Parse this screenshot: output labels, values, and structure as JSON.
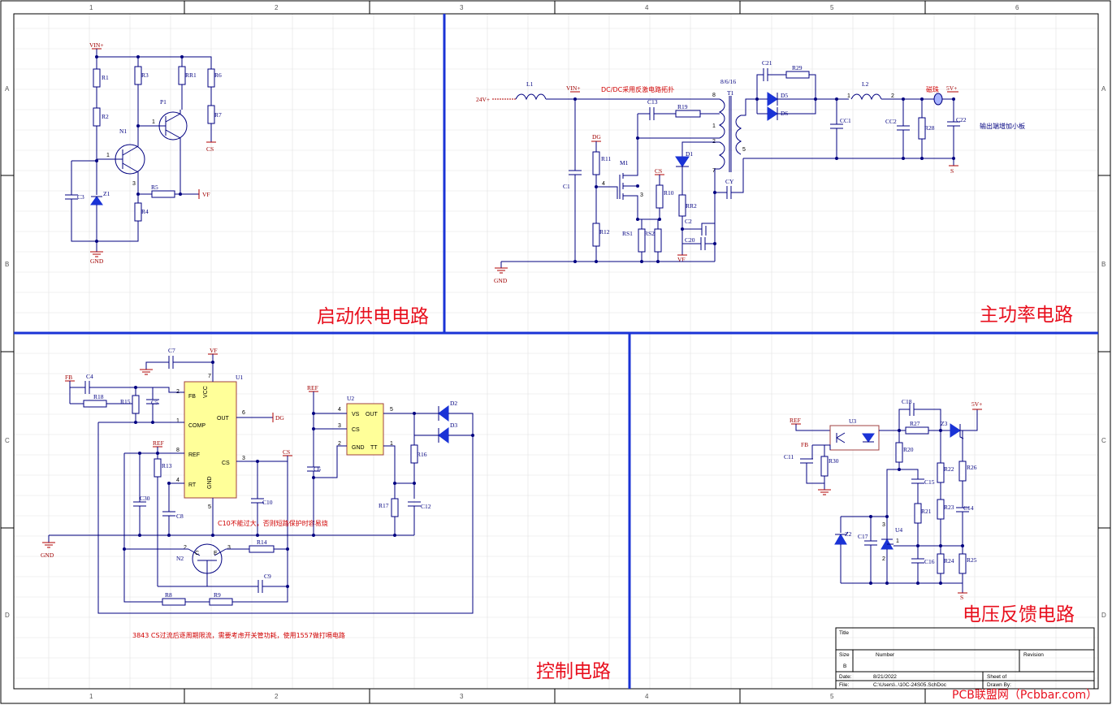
{
  "border": {
    "columns": [
      "1",
      "2",
      "3",
      "4",
      "5",
      "6"
    ],
    "rows": [
      "A",
      "B",
      "C",
      "D"
    ]
  },
  "sections": {
    "startup": "启动供电电路",
    "power": "主功率电路",
    "control": "控制电路",
    "feedback": "电压反馈电路"
  },
  "notes": {
    "topology": "DC/DC采用反激电路拓扑",
    "output_board": "输出端增加小板",
    "bead": "磁珠",
    "c10_warning": "C10不能过大，否则短路保护时容易烧",
    "cs_note": "3843 CS过流后逐周期限流，需要考虑开关管功耗，使用1557做打嗝电路"
  },
  "nets": {
    "vin": "VIN+",
    "gnd": "GND",
    "cs": "CS",
    "vf": "VF",
    "dg": "DG",
    "ref": "REF",
    "fb": "FB",
    "v24": "24V+",
    "v5": "5V+",
    "s": "S"
  },
  "startup_parts": {
    "R1": "R1",
    "R2": "R2",
    "R3": "R3",
    "RR1": "RR1",
    "R6": "R6",
    "R7": "R7",
    "R5": "R5",
    "R4": "R4",
    "N1": "N1",
    "P1": "P1",
    "C3": "C3",
    "Z1": "Z1"
  },
  "power_parts": {
    "L1": "L1",
    "C13": "C13",
    "R19": "R19",
    "T1": "T1",
    "winding": "8/6/16",
    "C21": "C21",
    "R29": "R29",
    "D5": "D5",
    "D6": "D6",
    "L2": "L2",
    "CC1": "CC1",
    "CC2": "CC2",
    "R28": "R28",
    "C22": "C22",
    "R11": "R11",
    "M1": "M1",
    "R12": "R12",
    "RS1": "RS1",
    "RS2": "RS2",
    "R10": "R10",
    "RR2": "RR2",
    "D1": "D1",
    "C2": "C2",
    "C20": "C20",
    "CY": "CY",
    "C1": "C1"
  },
  "control_parts": {
    "U1": "U1",
    "C7": "C7",
    "C4": "C4",
    "R18": "R18",
    "R15": "R15",
    "C5": "C5",
    "R13": "R13",
    "C30": "C30",
    "C8": "C8",
    "C10": "C10",
    "N2": "N2",
    "R14": "R14",
    "C9": "C9",
    "R8": "R8",
    "R9": "R9",
    "U2": "U2",
    "C6": "C6",
    "R16": "R16",
    "R17": "R17",
    "C12": "C12",
    "D2": "D2",
    "D3": "D3"
  },
  "u1_pins": {
    "fb": "FB",
    "comp": "COMP",
    "ref": "REF",
    "rt": "RT",
    "vcc": "VCC",
    "out": "OUT",
    "cs": "CS",
    "gnd": "GND"
  },
  "u2_pins": {
    "vs": "VS",
    "cs": "CS",
    "gnd": "GND",
    "out": "OUT",
    "tt": "TT"
  },
  "feedback_parts": {
    "U3": "U3",
    "C18": "C18",
    "R27": "R27",
    "Z3": "Z3",
    "C11": "C11",
    "R30": "R30",
    "R20": "R20",
    "C15": "C15",
    "R22": "R22",
    "R26": "R26",
    "R21": "R21",
    "R23": "R23",
    "C14": "C14",
    "Z2": "Z2",
    "C17": "C17",
    "U4": "U4",
    "C16": "C16",
    "R24": "R24",
    "R25": "R25"
  },
  "title_block": {
    "title": "Title",
    "size_label": "Size",
    "size": "B",
    "number_label": "Number",
    "revision_label": "Revision",
    "date_label": "Date:",
    "date": "8/21/2022",
    "sheet_label": "Sheet   of",
    "file_label": "File:",
    "file": "C:\\Users\\..\\10C-24S05.SchDoc",
    "drawn_label": "Drawn By:"
  },
  "watermark": "PCB联盟网（Pcbbar.com）"
}
